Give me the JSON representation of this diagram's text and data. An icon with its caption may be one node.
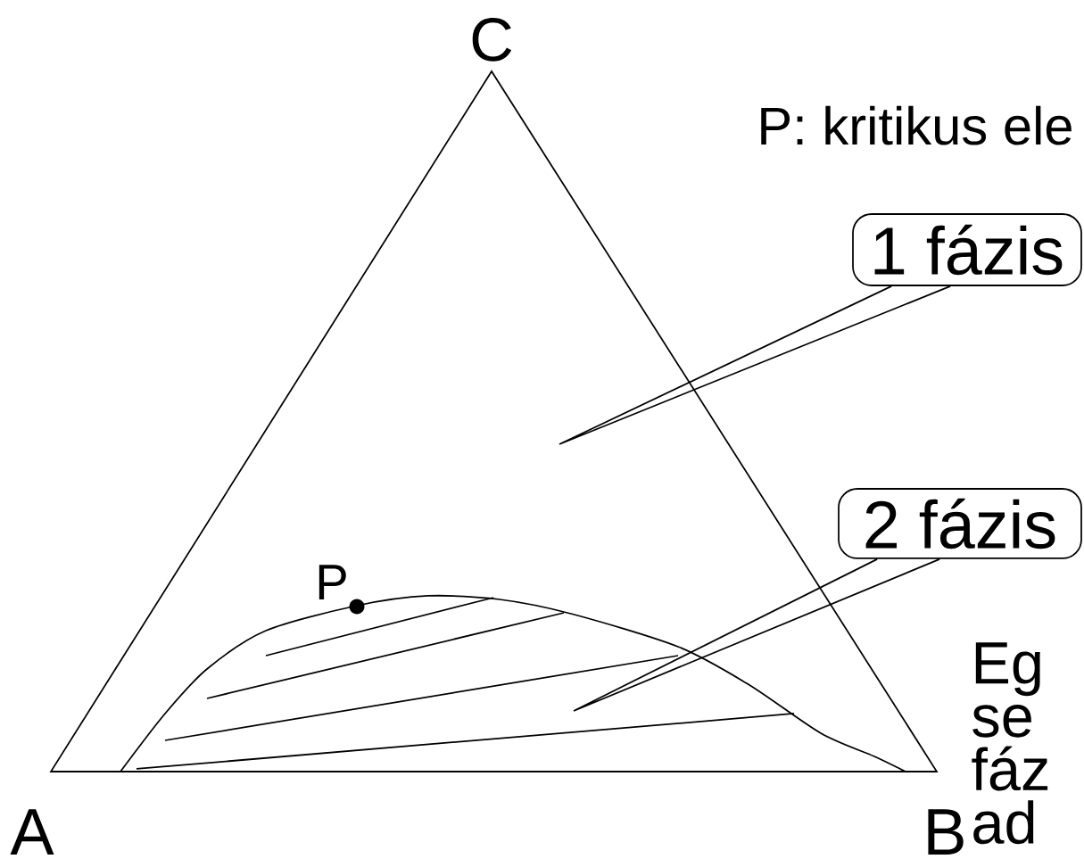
{
  "diagram": {
    "nodes": [
      {
        "text": [
          "1 fázis"
        ]
      },
      {
        "text": [
          "2 fázis"
        ]
      }
    ],
    "edges": [
      {
        "from": 0,
        "to": null,
        "arrow": "none"
      },
      {
        "from": 1,
        "to": null,
        "arrow": "none"
      }
    ],
    "labels": [
      "C",
      "P: kritikus ele",
      "P",
      "Eg se fáz ad",
      "A",
      "B"
    ]
  }
}
